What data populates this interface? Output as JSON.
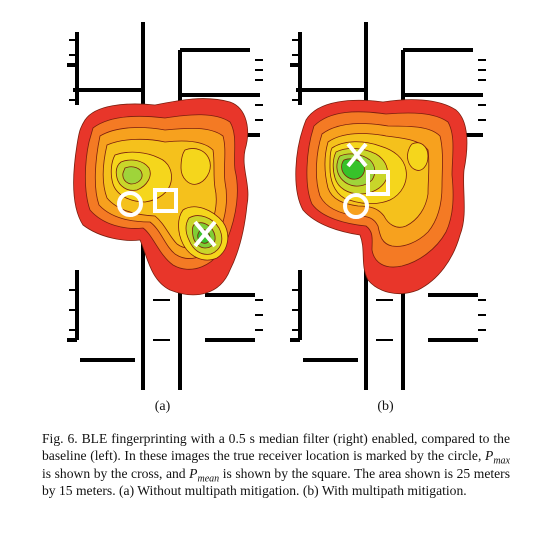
{
  "figure": {
    "panels": [
      {
        "id": "a",
        "label": "(a)"
      },
      {
        "id": "b",
        "label": "(b)"
      }
    ],
    "colors": {
      "outer": "#e8362a",
      "mid": "#f7a11e",
      "inner": "#f5d61c",
      "peak": "#9fd43a",
      "core": "#37c22a",
      "walls": "#000000",
      "markers": "#ffffff"
    },
    "markers": {
      "true_location": "circle",
      "p_max": "cross",
      "p_mean": "square"
    },
    "caption": {
      "fig_label": "Fig. 6.",
      "text_1": "BLE fingerprinting with a 0.5 s median filter (right) enabled, compared to the baseline (left). In these images the true receiver location is marked by the circle, ",
      "pmax_symbol": "P",
      "pmax_sub": "max",
      "text_2": " is shown by the cross, and ",
      "pmean_symbol": "P",
      "pmean_sub": "mean",
      "text_3": " is shown by the square. The area shown is 25 meters by 15 meters. (a) Without multipath mitigation. (b) With multipath mitigation."
    }
  }
}
